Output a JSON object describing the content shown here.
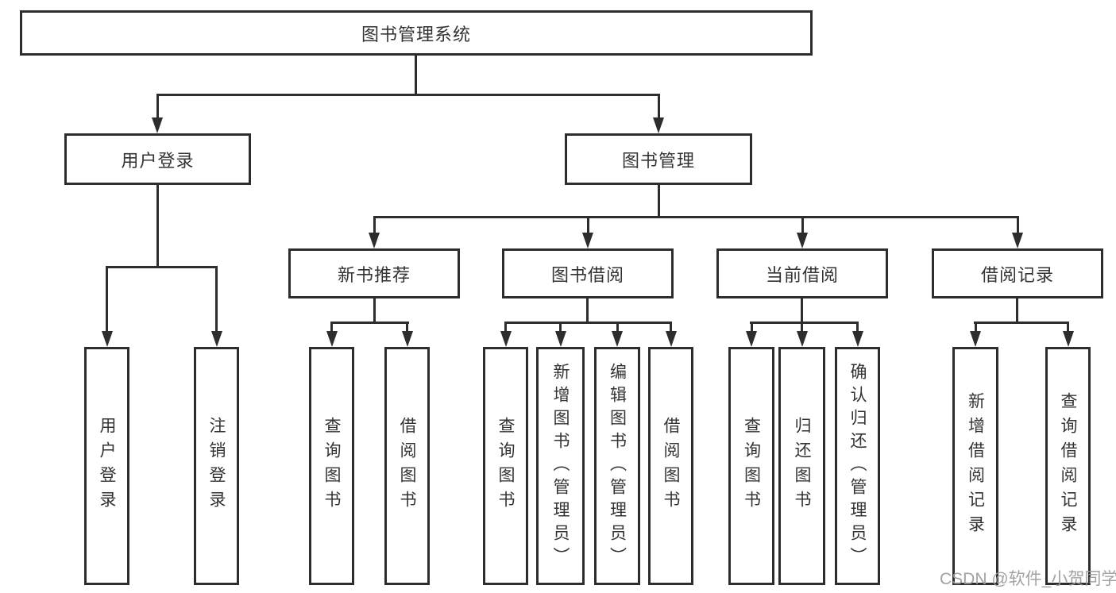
{
  "nodes": {
    "root": "图书管理系统",
    "level2": [
      "用户登录",
      "图书管理"
    ],
    "level3": [
      "新书推荐",
      "图书借阅",
      "当前借阅",
      "借阅记录"
    ],
    "leaves": [
      "用户登录",
      "注销登录",
      "查询图书",
      "借阅图书",
      "查询图书",
      "新增图书（管理员）",
      "编辑图书（管理员）",
      "借阅图书",
      "查询图书",
      "归还图书",
      "确认归还（管理员）",
      "新增借阅记录",
      "查询借阅记录"
    ]
  },
  "watermark": "CSDN @软件_小贺同学",
  "colors": {
    "line": "#2d2d2d",
    "text": "#333333",
    "watermark": "#9b9b9b",
    "background": "#ffffff"
  }
}
